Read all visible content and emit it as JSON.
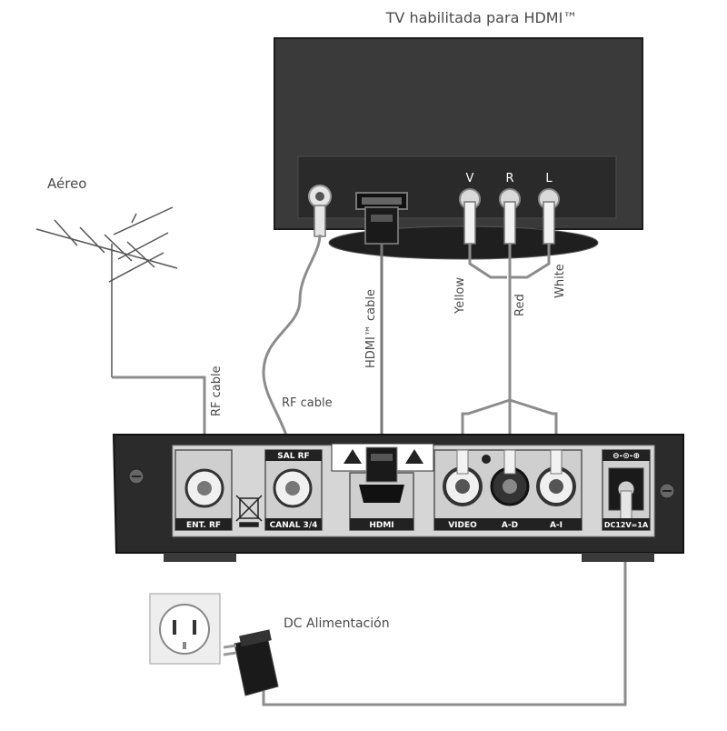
{
  "labels": {
    "tv_title": "TV habilitada para HDMI™",
    "antenna": "Aéreo",
    "rf_cable_1": "RF cable",
    "rf_cable_2": "RF cable",
    "hdmi_cable": "HDMI™ cable",
    "yellow": "Yellow",
    "red": "Red",
    "white": "White",
    "power": "DC Alimentación"
  },
  "tv_ports": {
    "v": "V",
    "r": "R",
    "l": "L"
  },
  "stb_ports": {
    "ent_rf": "ENT. RF",
    "sal_rf": "SAL RF",
    "canal": "CANAL 3/4",
    "hdmi": "HDMI",
    "video": "VIDEO",
    "a_d": "A-D",
    "a_i": "A-I",
    "dc": "DC12V=1A"
  },
  "colors": {
    "tv_body": "#3a3a3a",
    "stb_body": "#2b2b2b",
    "panel": "#d6d6d6",
    "cable": "#8c8c8c",
    "label": "#4a4a4a"
  }
}
